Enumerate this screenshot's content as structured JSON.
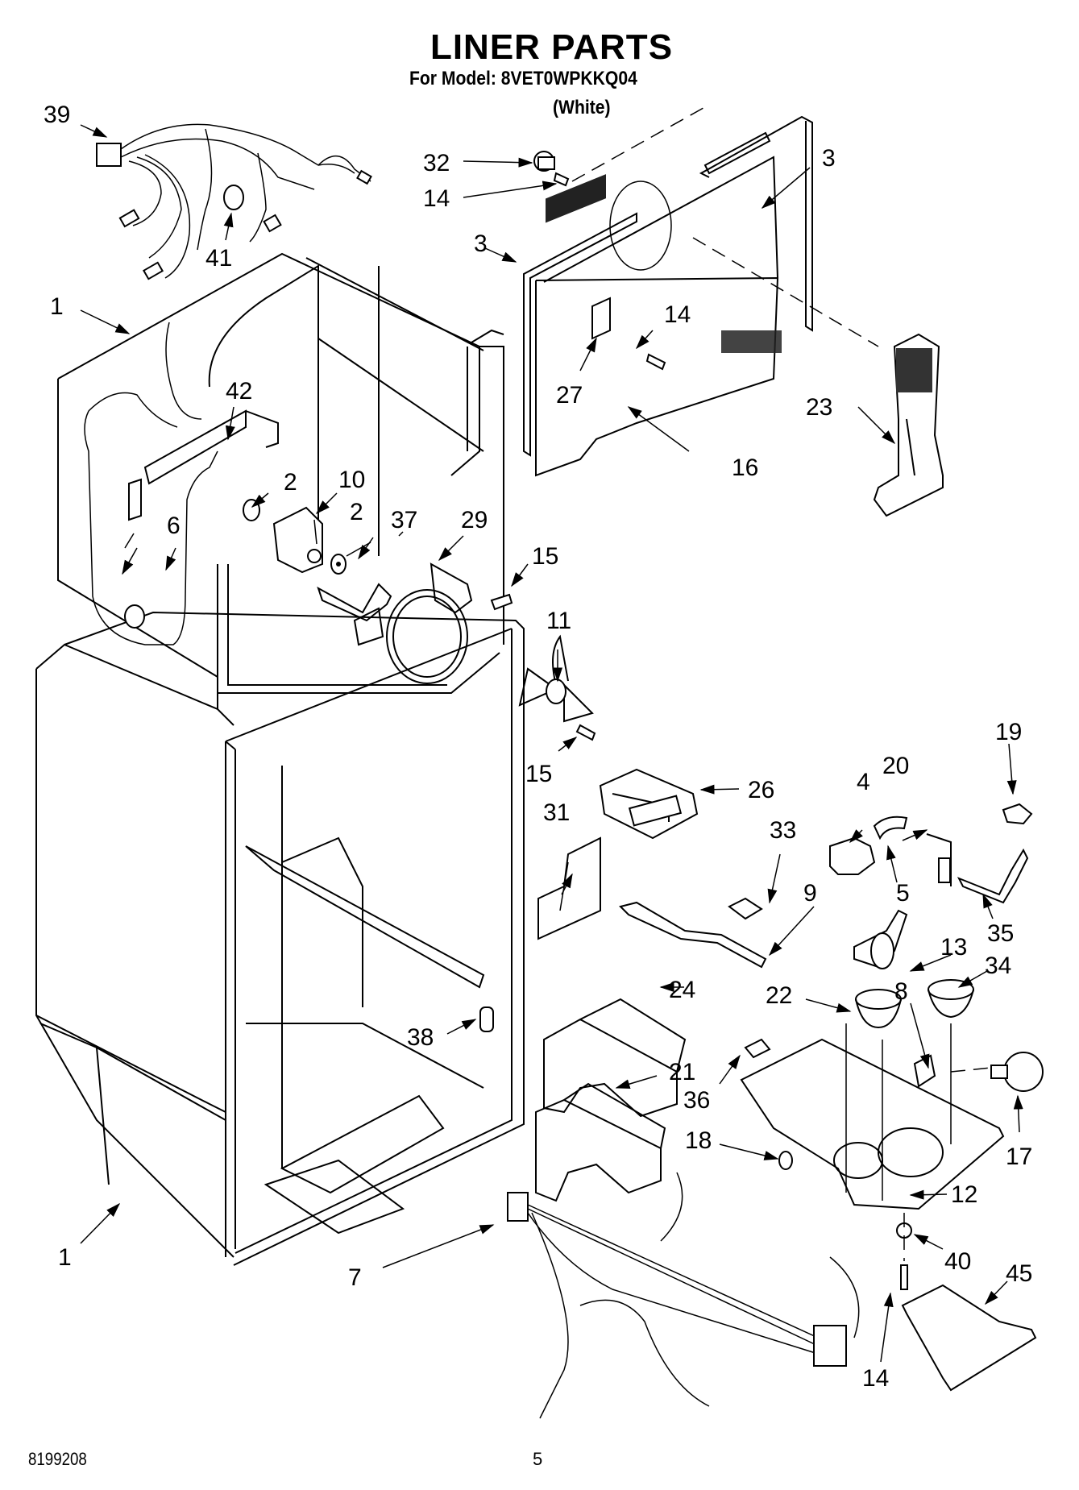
{
  "header": {
    "title": "LINER PARTS",
    "model_line": "For Model: 8VET0WPKKQ04",
    "variant": "(White)"
  },
  "footer": {
    "document_number": "8199208",
    "page_number": "5"
  },
  "callouts": [
    {
      "id": "c39",
      "number": "39"
    },
    {
      "id": "c41",
      "number": "41"
    },
    {
      "id": "c32",
      "number": "32"
    },
    {
      "id": "c14a",
      "number": "14"
    },
    {
      "id": "c3a",
      "number": "3"
    },
    {
      "id": "c3b",
      "number": "3"
    },
    {
      "id": "c14b",
      "number": "14"
    },
    {
      "id": "c27",
      "number": "27"
    },
    {
      "id": "c16",
      "number": "16"
    },
    {
      "id": "c23",
      "number": "23"
    },
    {
      "id": "c1a",
      "number": "1"
    },
    {
      "id": "c42",
      "number": "42"
    },
    {
      "id": "c2a",
      "number": "2"
    },
    {
      "id": "c10",
      "number": "10"
    },
    {
      "id": "c6",
      "number": "6"
    },
    {
      "id": "c2b",
      "number": "2"
    },
    {
      "id": "c37",
      "number": "37"
    },
    {
      "id": "c29",
      "number": "29"
    },
    {
      "id": "c15a",
      "number": "15"
    },
    {
      "id": "c11",
      "number": "11"
    },
    {
      "id": "c15b",
      "number": "15"
    },
    {
      "id": "c26",
      "number": "26"
    },
    {
      "id": "c19",
      "number": "19"
    },
    {
      "id": "c20",
      "number": "20"
    },
    {
      "id": "c4",
      "number": "4"
    },
    {
      "id": "c31",
      "number": "31"
    },
    {
      "id": "c33",
      "number": "33"
    },
    {
      "id": "c5",
      "number": "5"
    },
    {
      "id": "c9",
      "number": "9"
    },
    {
      "id": "c35",
      "number": "35"
    },
    {
      "id": "c13",
      "number": "13"
    },
    {
      "id": "c34",
      "number": "34"
    },
    {
      "id": "c22",
      "number": "22"
    },
    {
      "id": "c8",
      "number": "8"
    },
    {
      "id": "c24",
      "number": "24"
    },
    {
      "id": "c38",
      "number": "38"
    },
    {
      "id": "c21",
      "number": "21"
    },
    {
      "id": "c36",
      "number": "36"
    },
    {
      "id": "c17",
      "number": "17"
    },
    {
      "id": "c18",
      "number": "18"
    },
    {
      "id": "c12",
      "number": "12"
    },
    {
      "id": "c7",
      "number": "7"
    },
    {
      "id": "c1b",
      "number": "1"
    },
    {
      "id": "c40",
      "number": "40"
    },
    {
      "id": "c45",
      "number": "45"
    },
    {
      "id": "c14c",
      "number": "14"
    }
  ]
}
